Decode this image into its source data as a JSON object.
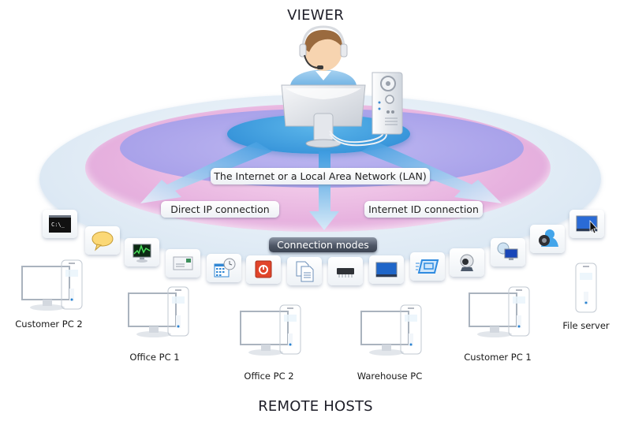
{
  "titles": {
    "viewer": "VIEWER",
    "remote_hosts": "REMOTE HOSTS"
  },
  "network": {
    "lan_label": "The Internet or a Local Area Network (LAN)",
    "direct_ip_label": "Direct IP connection",
    "internet_id_label": "Internet ID connection",
    "modes_label": "Connection modes"
  },
  "connection_modes": [
    {
      "icon": "command-prompt-icon"
    },
    {
      "icon": "chat-bubble-icon"
    },
    {
      "icon": "task-manager-icon"
    },
    {
      "icon": "inventory-card-icon"
    },
    {
      "icon": "scheduler-icon"
    },
    {
      "icon": "power-icon"
    },
    {
      "icon": "file-transfer-icon"
    },
    {
      "icon": "chip-icon"
    },
    {
      "icon": "view-only-screen-icon"
    },
    {
      "icon": "rdp-icon"
    },
    {
      "icon": "webcam-icon"
    },
    {
      "icon": "telnet-icon"
    },
    {
      "icon": "voice-chat-icon"
    },
    {
      "icon": "full-control-icon"
    }
  ],
  "hosts": [
    {
      "label": "Customer PC 2",
      "type": "desktop"
    },
    {
      "label": "Office PC 1",
      "type": "desktop"
    },
    {
      "label": "Office PC 2",
      "type": "desktop"
    },
    {
      "label": "Warehouse PC",
      "type": "desktop"
    },
    {
      "label": "Customer PC 1",
      "type": "desktop"
    },
    {
      "label": "File server",
      "type": "server"
    }
  ],
  "colors": {
    "platform_blue": "#3a97db",
    "ring_purple": "#a9a2ea",
    "ring_pink": "#e7b2df",
    "ring_outer": "#dde9f4",
    "modes_pill": "#4e5766"
  }
}
